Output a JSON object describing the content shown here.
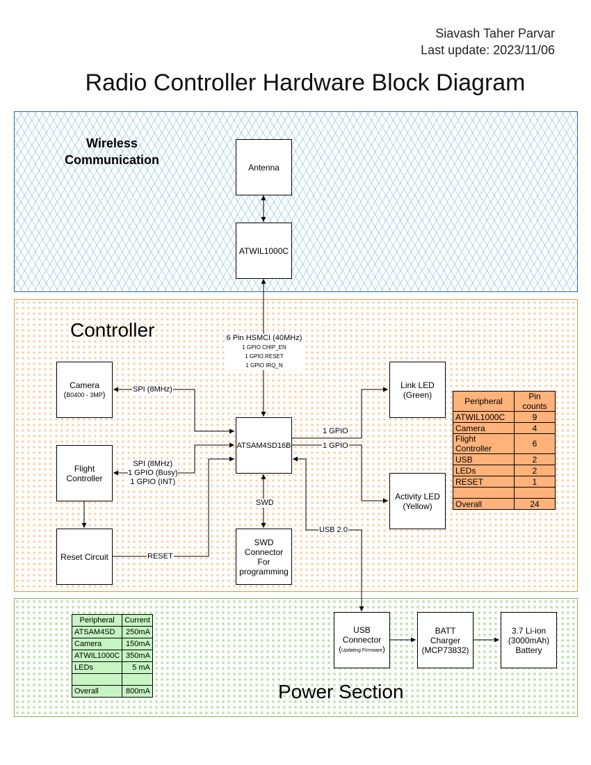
{
  "header": {
    "author": "Siavash Taher Parvar",
    "last_update": "Last update: 2023/11/06",
    "title": "Radio Controller Hardware Block Diagram"
  },
  "sections": {
    "wireless": {
      "label_line1": "Wireless",
      "label_line2": "Communication"
    },
    "controller": {
      "label": "Controller"
    },
    "power": {
      "label": "Power Section"
    }
  },
  "blocks": {
    "antenna": "Antenna",
    "atwil": "ATWIL1000C",
    "mcu": "ATSAM4SD16B",
    "camera_line1": "Camera",
    "camera_line2": "B0400 - 3MP",
    "flight_line1": "Flight",
    "flight_line2": "Controller",
    "reset": "Reset Circuit",
    "swd_line1": "SWD",
    "swd_line2": "Connector",
    "swd_line3": "For",
    "swd_line4": "programming",
    "link_led_line1": "Link LED",
    "link_led_line2": "(Green)",
    "activity_led_line1": "Activity LED",
    "activity_led_line2": "(Yellow)",
    "usb_line1": "USB",
    "usb_line2": "Connector",
    "usb_line3": "Updating Firmware",
    "charger_line1": "BATT Charger",
    "charger_line2": "(MCP73832)",
    "battery_line1": "3.7 Li-ion",
    "battery_line2": "(3000mAh)",
    "battery_line3": "Battery"
  },
  "connections": {
    "hsmci": "6 Pin HSMCI (40MHz)",
    "chip_en": "1 GPIO CHIP_EN",
    "gpio_reset": "1 GPIO RESET",
    "irq_n": "1 GPIO IRQ_N",
    "spi_camera": "SPI (8MHz)",
    "spi_flight": "SPI (8MHz)",
    "gpio_busy": "1 GPIO (Busy)",
    "gpio_int": "1 GPIO (INT)",
    "reset": "RESET",
    "swd": "SWD",
    "gpio_link": "1 GPIO",
    "gpio_activity": "1 GPIO",
    "usb": "USB 2.0"
  },
  "pin_table": {
    "headers": [
      "Peripheral",
      "Pin counts"
    ],
    "rows": [
      [
        "ATWIL1000C",
        "9"
      ],
      [
        "Camera",
        "4"
      ],
      [
        "Flight Controller",
        "6"
      ],
      [
        "USB",
        "2"
      ],
      [
        "LEDs",
        "2"
      ],
      [
        "RESET",
        "1"
      ],
      [
        "",
        ""
      ],
      [
        "Overall",
        "24"
      ]
    ]
  },
  "current_table": {
    "headers": [
      "Peripheral",
      "Current"
    ],
    "rows": [
      [
        "ATSAM4SD",
        "250mA"
      ],
      [
        "Camera",
        "150mA"
      ],
      [
        "ATWIL1000C",
        "350mA"
      ],
      [
        "LEDs",
        "5 mA"
      ],
      [
        "",
        ""
      ],
      [
        "Overall",
        "800mA"
      ]
    ]
  }
}
